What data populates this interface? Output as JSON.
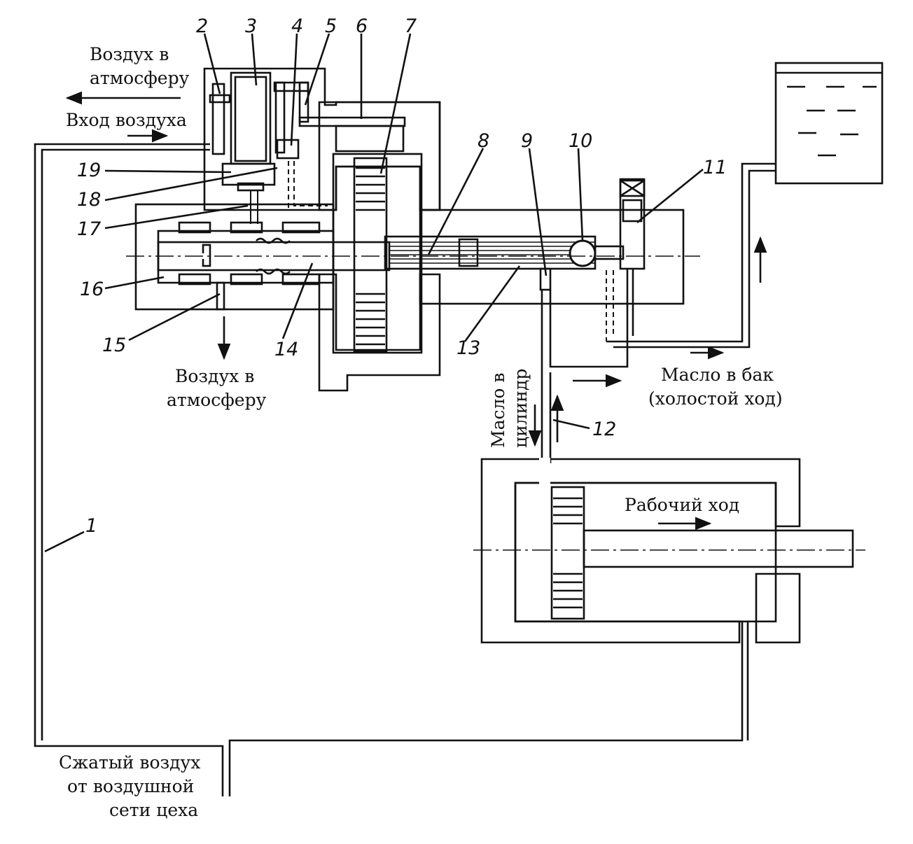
{
  "diagram": {
    "captions": {
      "air_out_top_1": "Воздух в",
      "air_out_top_2": "атмосферу",
      "air_in": "Вход воздуха",
      "air_out_bottom_1": "Воздух в",
      "air_out_bottom_2": "атмосферу",
      "oil_to_tank_1": "Масло в бак",
      "oil_to_tank_2": "(холостой ход)",
      "oil_to_cyl_1": "Масло в",
      "oil_to_cyl_2": "цилиндр",
      "working_stroke": "Рабочий ход",
      "supply_1": "Сжатый воздух",
      "supply_2": "от воздушной",
      "supply_3": "сети цеха"
    },
    "callouts": [
      "1",
      "2",
      "3",
      "4",
      "5",
      "6",
      "7",
      "8",
      "9",
      "10",
      "11",
      "12",
      "13",
      "14",
      "15",
      "16",
      "17",
      "18",
      "19"
    ]
  },
  "colors": {
    "ink": "#111111",
    "paper": "#ffffff"
  }
}
